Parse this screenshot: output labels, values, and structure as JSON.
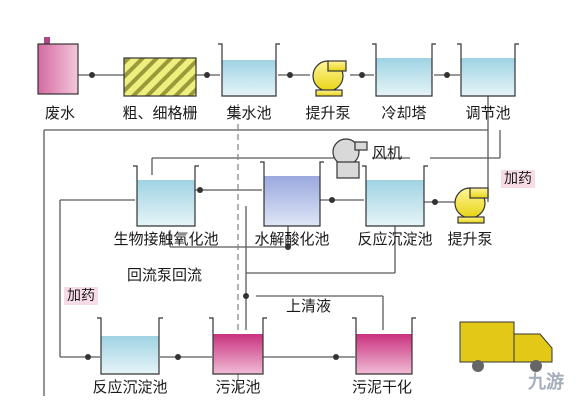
{
  "units": [
    {
      "id": "wastewater",
      "label": "废水"
    },
    {
      "id": "screen",
      "label": "粗、细格栅"
    },
    {
      "id": "collection-tank",
      "label": "集水池"
    },
    {
      "id": "lift-pump-1",
      "label": "提升泵"
    },
    {
      "id": "cooling-tower",
      "label": "冷却塔"
    },
    {
      "id": "regulating-tank",
      "label": "调节池"
    },
    {
      "id": "blower",
      "label": "风机"
    },
    {
      "id": "bio-contact-oxidation-tank",
      "label": "生物接触氧化池"
    },
    {
      "id": "hydrolysis-acidification-tank",
      "label": "水解酸化池"
    },
    {
      "id": "reaction-settling-tank-1",
      "label": "反应沉淀池"
    },
    {
      "id": "lift-pump-2",
      "label": "提升泵"
    },
    {
      "id": "reaction-settling-tank-2",
      "label": "反应沉淀池"
    },
    {
      "id": "sludge-tank",
      "label": "污泥池"
    },
    {
      "id": "sludge-drying-field",
      "label": "污泥干化"
    }
  ],
  "annotations": {
    "return_flow": "回流泵回流",
    "supernatant": "上清液",
    "dosing_1": "加药",
    "dosing_2": "加药"
  },
  "watermark": "九游",
  "colors": {
    "water": "#c9e6ef",
    "sludge": "#d95c9b",
    "grate": "#e7ea6f",
    "pump": "#f4ea3a",
    "tag_bg": "#f7dbe6",
    "line": "#5a5a5a"
  }
}
